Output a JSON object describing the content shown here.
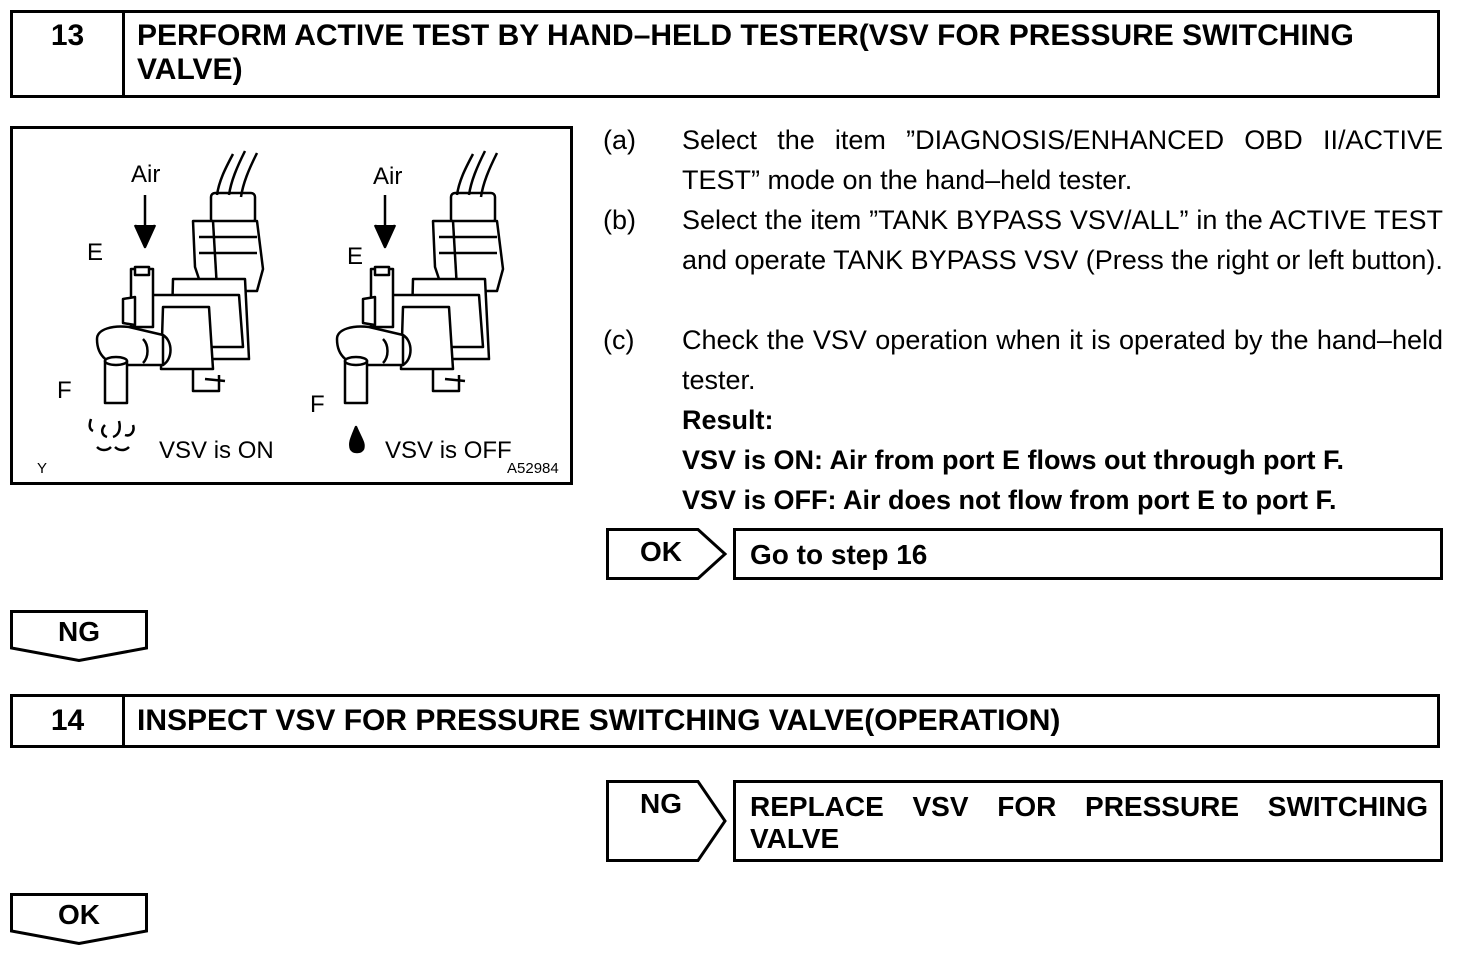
{
  "step13": {
    "number": "13",
    "title": "PERFORM ACTIVE TEST BY HAND–HELD TESTER(VSV FOR PRESSURE SWITCHING VALVE)"
  },
  "figure": {
    "left_air": "Air",
    "left_port_e": "E",
    "left_port_f": "F",
    "left_caption": "VSV is ON",
    "right_air": "Air",
    "right_port_e": "E",
    "right_port_f": "F",
    "right_caption": "VSV is OFF",
    "corner_mark": "Y",
    "figure_code": "A52984"
  },
  "instructions": [
    {
      "tag": "(a)",
      "text": "Select the item ”DIAGNOSIS/ENHANCED OBD II/ACTIVE TEST” mode on the hand–held tester."
    },
    {
      "tag": "(b)",
      "text": "Select the item ”TANK BYPASS VSV/ALL” in the ACTIVE TEST and operate TANK BYPASS VSV (Press the right or left button)."
    },
    {
      "tag": "(c)",
      "text": "Check the VSV operation when it is operated by the hand–held tester."
    }
  ],
  "result": {
    "heading": "Result:",
    "line_on": "VSV is ON: Air from port E flows out through port F.",
    "line_off": "VSV is OFF: Air does not flow from port E to port F."
  },
  "ok_branch": {
    "tag": "OK",
    "action": "Go to step 16"
  },
  "ng_flow_tag": "NG",
  "step14": {
    "number": "14",
    "title": "INSPECT VSV FOR PRESSURE SWITCHING VALVE(OPERATION)"
  },
  "ng_branch": {
    "tag": "NG",
    "action": "REPLACE VSV FOR PRESSURE SWITCHING VALVE"
  },
  "ok_flow_tag": "OK"
}
